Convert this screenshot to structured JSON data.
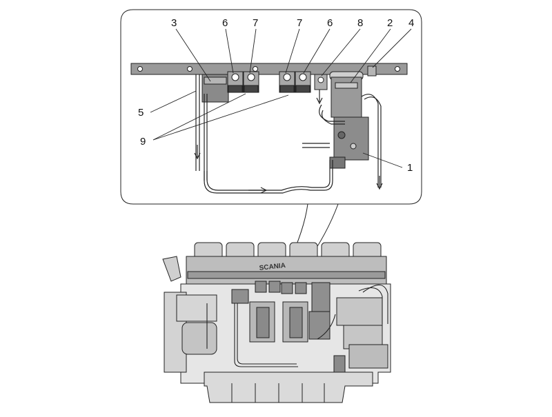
{
  "figure": {
    "callouts": [
      {
        "id": "1",
        "text": "1"
      },
      {
        "id": "2",
        "text": "2"
      },
      {
        "id": "3",
        "text": "3"
      },
      {
        "id": "4",
        "text": "4"
      },
      {
        "id": "5",
        "text": "5"
      },
      {
        "id": "6a",
        "text": "6"
      },
      {
        "id": "6b",
        "text": "6"
      },
      {
        "id": "7a",
        "text": "7"
      },
      {
        "id": "7b",
        "text": "7"
      },
      {
        "id": "8",
        "text": "8"
      },
      {
        "id": "9",
        "text": "9"
      }
    ],
    "engine_brand": "SCANIA"
  },
  "colors": {
    "line": "#222222",
    "metal": "#9a9a9a",
    "light": "#d8d8d8",
    "dark": "#555555",
    "background": "#ffffff"
  }
}
